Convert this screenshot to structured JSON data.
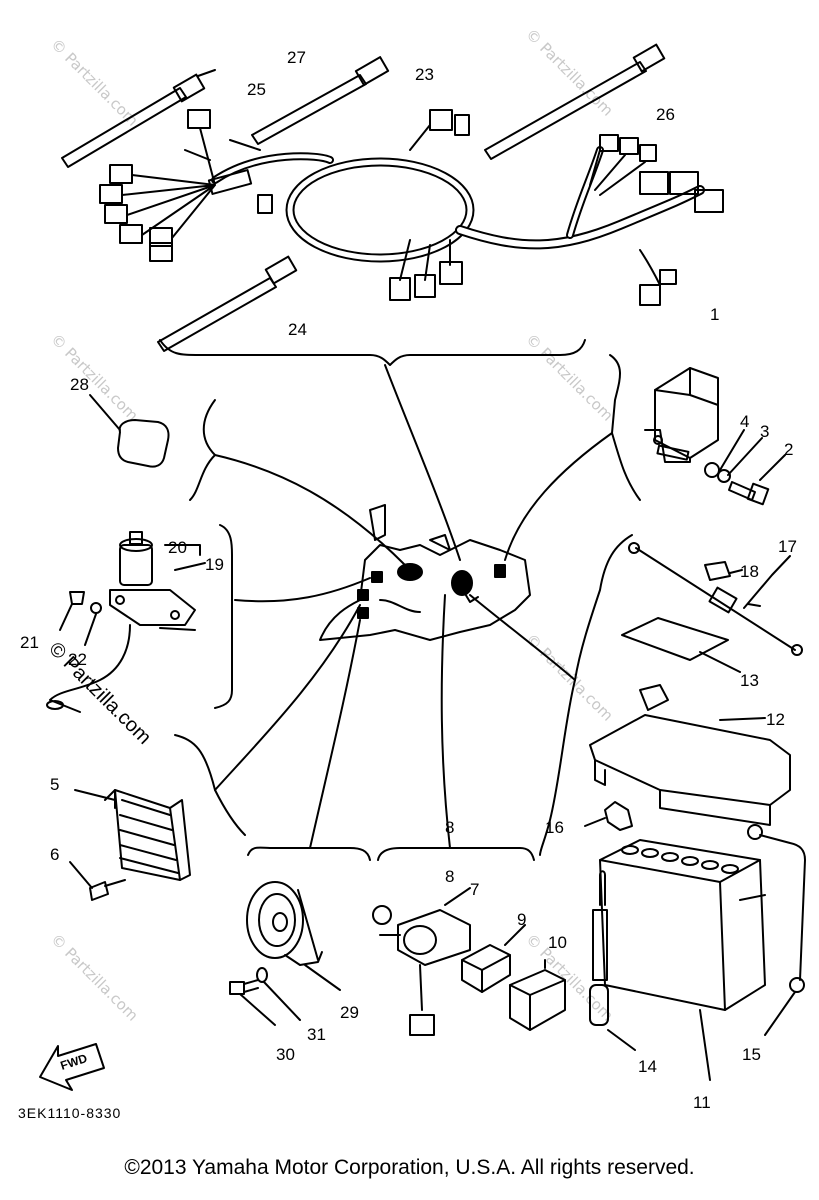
{
  "diagram": {
    "code": "3EK1110-8330",
    "copyright": "©2013 Yamaha Motor Corporation, U.S.A. All rights reserved.",
    "fwd_label": "FWD",
    "watermark": "© Partzilla.com",
    "callouts": [
      {
        "id": "1",
        "label": "1"
      },
      {
        "id": "2",
        "label": "2"
      },
      {
        "id": "3",
        "label": "3"
      },
      {
        "id": "4",
        "label": "4"
      },
      {
        "id": "5",
        "label": "5"
      },
      {
        "id": "6",
        "label": "6"
      },
      {
        "id": "7",
        "label": "7"
      },
      {
        "id": "8a",
        "label": "8"
      },
      {
        "id": "8b",
        "label": "8"
      },
      {
        "id": "9",
        "label": "9"
      },
      {
        "id": "10",
        "label": "10"
      },
      {
        "id": "11",
        "label": "11"
      },
      {
        "id": "12",
        "label": "12"
      },
      {
        "id": "13",
        "label": "13"
      },
      {
        "id": "14",
        "label": "14"
      },
      {
        "id": "15",
        "label": "15"
      },
      {
        "id": "16",
        "label": "16"
      },
      {
        "id": "17",
        "label": "17"
      },
      {
        "id": "18",
        "label": "18"
      },
      {
        "id": "19",
        "label": "19"
      },
      {
        "id": "20",
        "label": "20"
      },
      {
        "id": "21",
        "label": "21"
      },
      {
        "id": "22",
        "label": "22"
      },
      {
        "id": "23",
        "label": "23"
      },
      {
        "id": "24",
        "label": "24"
      },
      {
        "id": "25",
        "label": "25"
      },
      {
        "id": "26",
        "label": "26"
      },
      {
        "id": "27",
        "label": "27"
      },
      {
        "id": "28",
        "label": "28"
      },
      {
        "id": "29",
        "label": "29"
      },
      {
        "id": "30",
        "label": "30"
      },
      {
        "id": "31",
        "label": "31"
      }
    ]
  }
}
